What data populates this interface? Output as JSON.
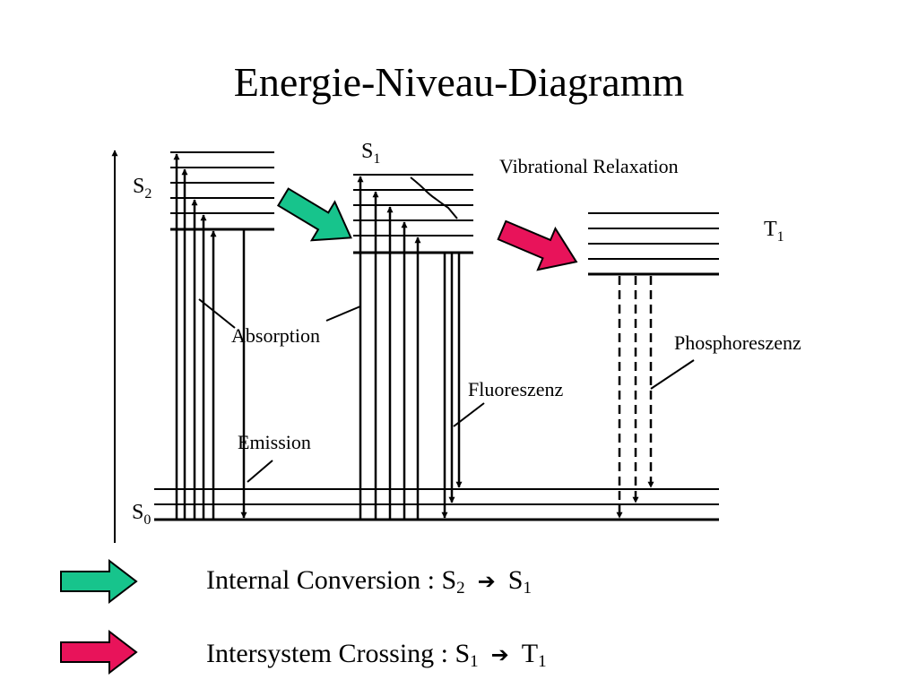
{
  "title": "Energie-Niveau-Diagramm",
  "levels": {
    "s2": {
      "base": "S",
      "sub": "2"
    },
    "s1": {
      "base": "S",
      "sub": "1"
    },
    "t1": {
      "base": "T",
      "sub": "1"
    },
    "s0": {
      "base": "S",
      "sub": "0"
    }
  },
  "labels": {
    "vibrational_relaxation": "Vibrational Relaxation",
    "absorption": "Absorption",
    "emission": "Emission",
    "fluoreszenz": "Fluoreszenz",
    "phosphoreszenz": "Phosphoreszenz"
  },
  "legend": {
    "internal_conversion": {
      "label": "Internal Conversion  : S",
      "from_sub": "2",
      "to": "S",
      "to_sub": "1",
      "color": "#17c48c"
    },
    "intersystem_crossing": {
      "label": "Intersystem Crossing : S",
      "from_sub": "1",
      "to": "T",
      "to_sub": "1",
      "color": "#e8135a"
    }
  },
  "arrow_glyph": "➔"
}
